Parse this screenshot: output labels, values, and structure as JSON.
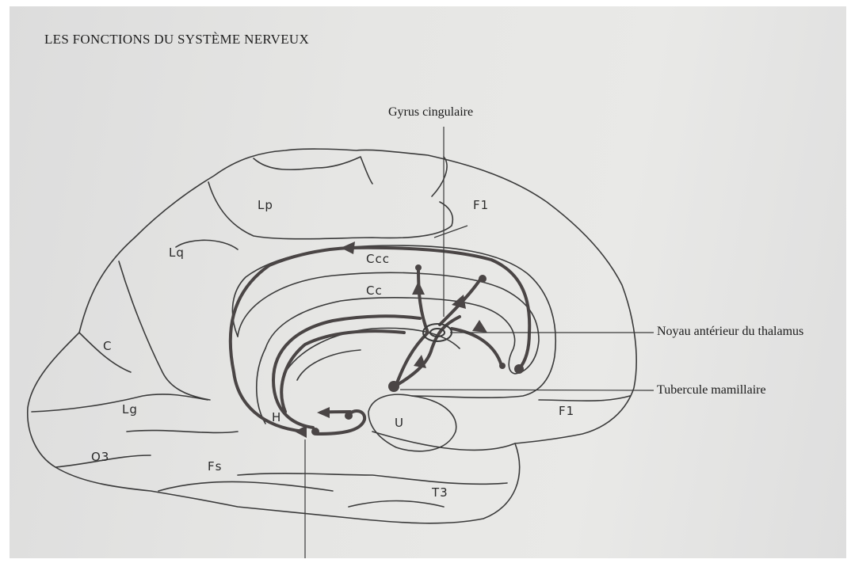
{
  "title": "LES FONCTIONS DU SYSTÈME NERVEUX",
  "callouts": {
    "gyrus": "Gyrus cingulaire",
    "noyau": "Noyau antérieur du thalamus",
    "tubercule": "Tubercule mamillaire"
  },
  "regions": {
    "lp": "Lp",
    "f1_top": "F1",
    "lq": "Lq",
    "ccc": "Ccc",
    "cc": "Cc",
    "c": "C",
    "lg": "Lg",
    "h": "H",
    "u": "U",
    "f1_right": "F1",
    "o3": "O3",
    "fs": "Fs",
    "t3": "T3"
  },
  "colors": {
    "line": "#3a3a3a",
    "pathway": "#4a4545"
  }
}
